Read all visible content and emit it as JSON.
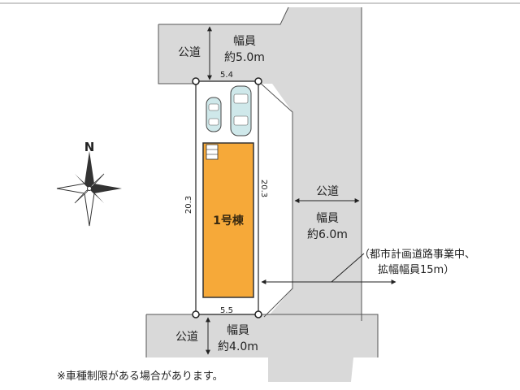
{
  "colors": {
    "road": "#d9d9d9",
    "road_outline": "#555555",
    "lot_fill": "#ffffff",
    "building_fill": "#f6a939",
    "building_outline": "#333333",
    "car_fill": "#cfe8ea",
    "line": "#222222"
  },
  "roads": {
    "north": {
      "name": "公道",
      "width_label": "幅員",
      "width_value": "約5.0m"
    },
    "east": {
      "name": "公道",
      "width_label": "幅員",
      "width_value": "約6.0m",
      "note_line1": "（都市計画道路事業中、",
      "note_line2": "拡幅幅員15m）"
    },
    "south": {
      "name": "公道",
      "width_label": "幅員",
      "width_value": "約4.0m"
    }
  },
  "lot": {
    "top_dim": "5.4",
    "bottom_dim": "5.5",
    "left_dim": "20.3",
    "right_dim": "20.3"
  },
  "building": {
    "label": "1号棟"
  },
  "compass": {
    "label": "N",
    "icon": "compass-rose-icon"
  },
  "footnote": "※車種制限がある場合があります。"
}
